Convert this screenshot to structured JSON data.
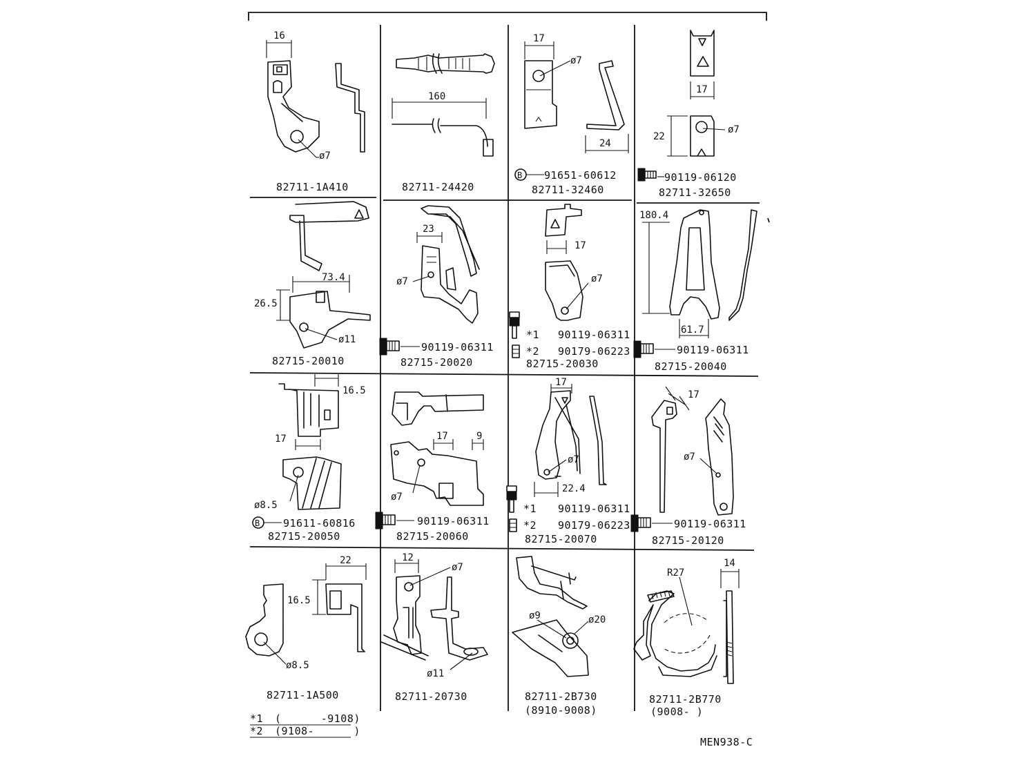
{
  "cells": [
    {
      "part": "82711-1A410",
      "dims": [
        "16",
        "ø7"
      ]
    },
    {
      "part": "82711-24420",
      "dims": [
        "160"
      ]
    },
    {
      "part": "82711-32460",
      "dims": [
        "17",
        "ø7",
        "24"
      ],
      "fastener": {
        "symbol": "B",
        "part": "91651-60612"
      }
    },
    {
      "part": "82711-32650",
      "dims": [
        "17",
        "22",
        "ø7"
      ],
      "fastener": {
        "part": "90119-06120"
      }
    },
    {
      "part": "82715-20010",
      "dims": [
        "73.4",
        "26.5",
        "ø11"
      ]
    },
    {
      "part": "82715-20020",
      "dims": [
        "23",
        "ø7"
      ],
      "fastener": {
        "part": "90119-06311"
      }
    },
    {
      "part": "82715-20030",
      "dims": [
        "17",
        "ø7"
      ],
      "fastener_a": {
        "mark": "*1",
        "part": "90119-06311"
      },
      "fastener_b": {
        "mark": "*2",
        "part": "90179-06223"
      }
    },
    {
      "part": "82715-20040",
      "dims": [
        "180.4",
        "61.7"
      ],
      "fastener": {
        "part": "90119-06311"
      }
    },
    {
      "part": "82715-20050",
      "dims": [
        "16.5",
        "17",
        "ø8.5"
      ],
      "fastener": {
        "symbol": "B",
        "part": "91611-60816"
      }
    },
    {
      "part": "82715-20060",
      "dims": [
        "17",
        "9",
        "ø7"
      ],
      "fastener": {
        "part": "90119-06311"
      }
    },
    {
      "part": "82715-20070",
      "dims": [
        "17",
        "ø7",
        "22.4"
      ],
      "fastener_a": {
        "mark": "*1",
        "part": "90119-06311"
      },
      "fastener_b": {
        "mark": "*2",
        "part": "90179-06223"
      }
    },
    {
      "part": "82715-20120",
      "dims": [
        "17",
        "ø7"
      ],
      "fastener": {
        "part": "90119-06311"
      }
    },
    {
      "part": "82711-1A500",
      "dims": [
        "22",
        "16.5",
        "ø8.5"
      ]
    },
    {
      "part": "82711-20730",
      "dims": [
        "12",
        "ø7",
        "ø11"
      ]
    },
    {
      "part": "82711-2B730",
      "dims": [
        "ø9",
        "ø20"
      ],
      "note": "(8910-9008)"
    },
    {
      "part": "82711-2B770",
      "dims": [
        "R27",
        "14"
      ],
      "note": "(9008-      )"
    }
  ],
  "footnotes": [
    {
      "mark": "*1",
      "text": "(      -9108)"
    },
    {
      "mark": "*2",
      "text": "(9108-      )"
    }
  ],
  "drawing_code": "MEN938-C"
}
